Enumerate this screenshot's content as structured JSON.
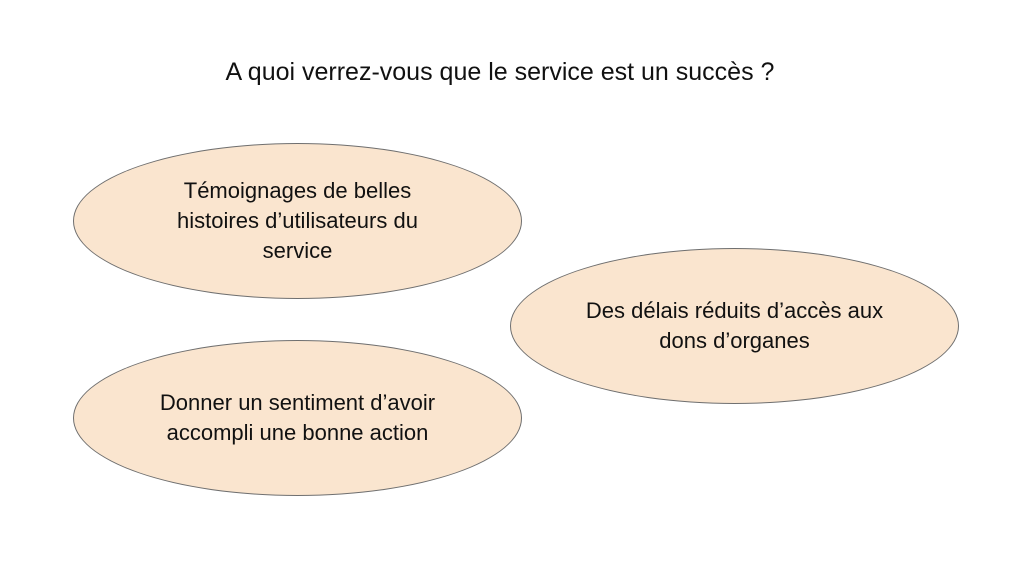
{
  "title": "A quoi verrez-vous que le service est un succès ?",
  "colors": {
    "bubble_fill": "#fae5cf",
    "bubble_border": "#6f6f6f",
    "text": "#111111"
  },
  "bubbles": [
    {
      "text": "Témoignages de belles histoires d’utilisateurs du service"
    },
    {
      "text": "Des délais réduits d’accès aux dons d’organes"
    },
    {
      "text": "Donner un sentiment d’avoir accompli une bonne action"
    }
  ]
}
